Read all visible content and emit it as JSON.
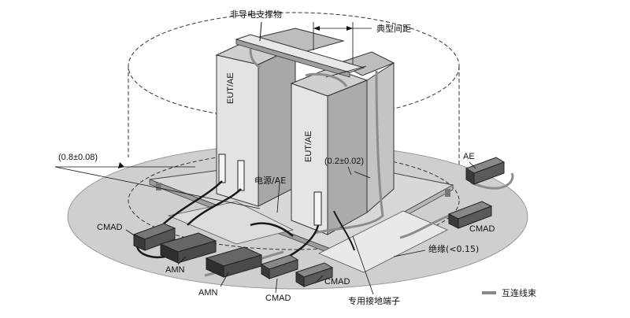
{
  "labels": {
    "nonconductive_support": "非导电支撑物",
    "typical_spacing": "典型间距",
    "eut_ae_left": "EUT/AE",
    "eut_ae_right": "EUT/AE",
    "ae": "AE",
    "dist_08": "(0.8±0.08)",
    "dist_02": "(0.2±0.02)",
    "power_ae": "电源/AE",
    "cmad_left": "CMAD",
    "cmad_right": "CMAD",
    "cmad_bottom_center": "CMAD",
    "cmad_bottom": "CMAD",
    "amn_upper": "AMN",
    "amn_lower": "AMN",
    "insulation": "绝缘(<0.15)",
    "dedicated_ground": "专用接地端子",
    "legend_interconnect": "互连线束"
  },
  "colors": {
    "ground_plane": "#cfcfcf",
    "ground_plane_edge": "#9a9a9a",
    "table_top": "#d6d6d6",
    "cabinet_front": "#e3e3e3",
    "cabinet_side": "#a8a8a8",
    "device_dark": "#3a3a3a",
    "cable_gray": "#8c8c8c",
    "cable_dark": "#1a1a1a",
    "legend_line": "#888888"
  }
}
